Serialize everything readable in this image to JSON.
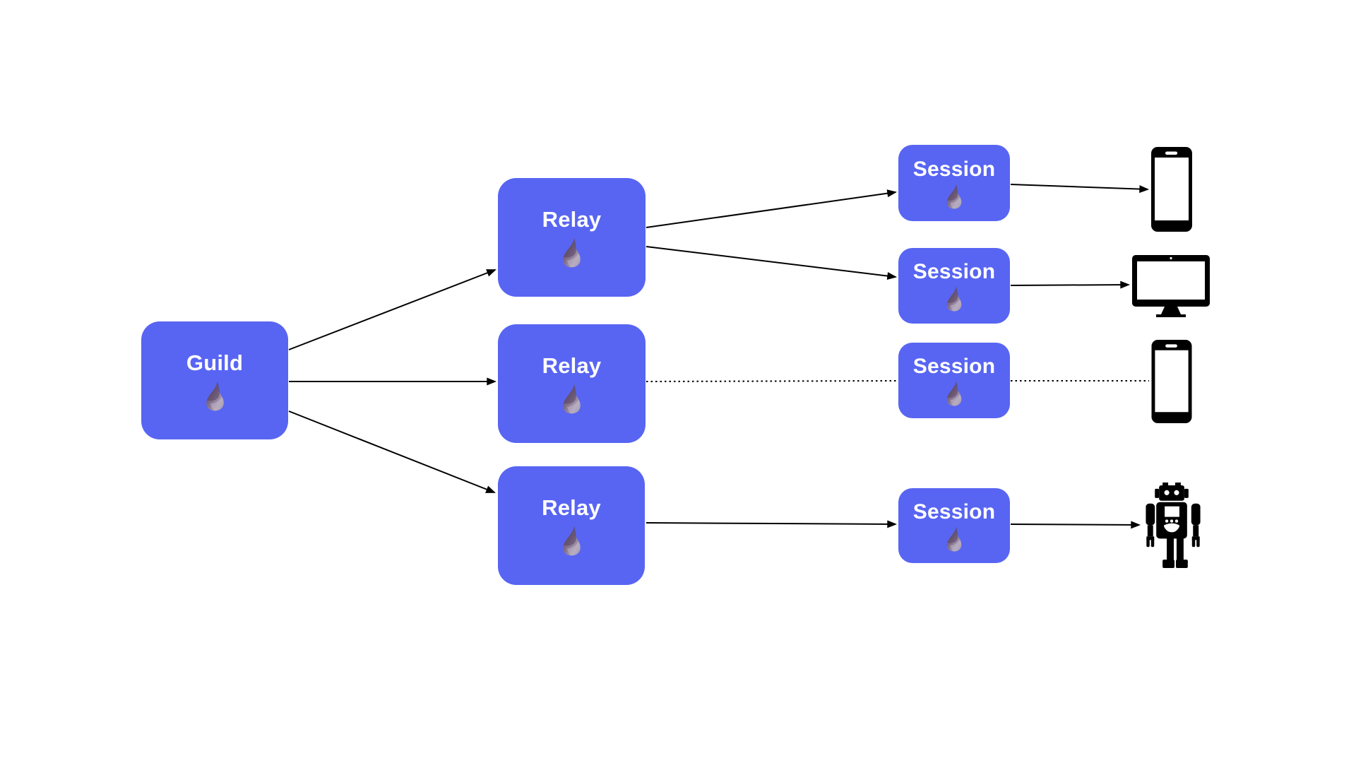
{
  "diagram": {
    "colors": {
      "background": "#ffffff",
      "node_fill": "#5865F2",
      "node_text": "#ffffff",
      "edge": "#000000",
      "device_icon": "#000000",
      "elixir_drop_dark": "#4f3a58",
      "elixir_drop_light": "#b3a8bc"
    },
    "nodes": {
      "guild": {
        "id": "guild",
        "label": "Guild",
        "icon": "elixir-drop-icon"
      },
      "relays": [
        {
          "id": "relay-1",
          "label": "Relay",
          "icon": "elixir-drop-icon"
        },
        {
          "id": "relay-2",
          "label": "Relay",
          "icon": "elixir-drop-icon"
        },
        {
          "id": "relay-3",
          "label": "Relay",
          "icon": "elixir-drop-icon"
        }
      ],
      "sessions": [
        {
          "id": "session-1",
          "label": "Session",
          "icon": "elixir-drop-icon"
        },
        {
          "id": "session-2",
          "label": "Session",
          "icon": "elixir-drop-icon"
        },
        {
          "id": "session-3",
          "label": "Session",
          "icon": "elixir-drop-icon"
        },
        {
          "id": "session-4",
          "label": "Session",
          "icon": "elixir-drop-icon"
        }
      ],
      "clients": [
        {
          "id": "client-1",
          "icon": "smartphone-icon"
        },
        {
          "id": "client-2",
          "icon": "desktop-monitor-icon"
        },
        {
          "id": "client-3",
          "icon": "smartphone-icon"
        },
        {
          "id": "client-4",
          "icon": "robot-icon"
        }
      ]
    },
    "edges": [
      {
        "from": "guild",
        "to": "relay-1",
        "style": "solid",
        "arrow": true
      },
      {
        "from": "guild",
        "to": "relay-2",
        "style": "solid",
        "arrow": true
      },
      {
        "from": "guild",
        "to": "relay-3",
        "style": "solid",
        "arrow": true
      },
      {
        "from": "relay-1",
        "to": "session-1",
        "style": "solid",
        "arrow": true
      },
      {
        "from": "relay-1",
        "to": "session-2",
        "style": "solid",
        "arrow": true
      },
      {
        "from": "relay-2",
        "to": "session-3",
        "style": "dotted",
        "arrow": false
      },
      {
        "from": "relay-3",
        "to": "session-4",
        "style": "solid",
        "arrow": true
      },
      {
        "from": "session-1",
        "to": "client-1",
        "style": "solid",
        "arrow": true
      },
      {
        "from": "session-2",
        "to": "client-2",
        "style": "solid",
        "arrow": true
      },
      {
        "from": "session-3",
        "to": "client-3",
        "style": "dotted",
        "arrow": false
      },
      {
        "from": "session-4",
        "to": "client-4",
        "style": "solid",
        "arrow": true
      }
    ]
  }
}
